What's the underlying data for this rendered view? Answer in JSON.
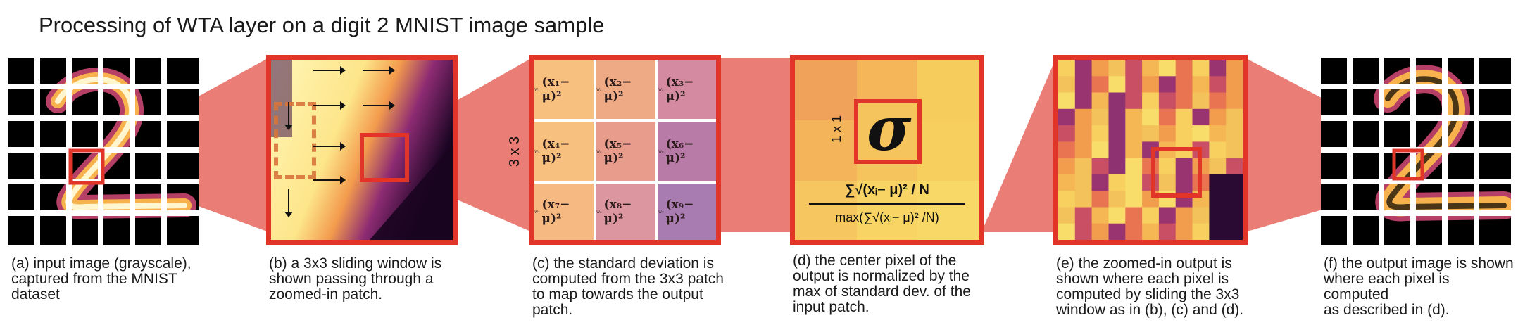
{
  "title": "Processing of WTA layer on a digit 2 MNIST image sample",
  "colors": {
    "accent": "#e03528",
    "connector": "#e6665d",
    "orange": "#f2a052",
    "yellow": "#f5d55e",
    "purple": "#7a2a72"
  },
  "panels": {
    "a": {
      "caption_lines": [
        "(a) input image (grayscale),",
        "captured from the MNIST",
        "dataset"
      ]
    },
    "b": {
      "caption_lines": [
        "(b) a 3x3 sliding window is",
        "shown passing through a",
        "zoomed-in patch."
      ]
    },
    "c": {
      "caption_lines": [
        "(c) the standard deviation is",
        "computed from the 3x3 patch",
        "to map towards the output",
        "patch."
      ],
      "side_label": "3 x 3",
      "cells": [
        "(x₁− μ)²",
        "(x₂− μ)²",
        "(x₃− μ)²",
        "(x₄− μ)²",
        "(x₅− μ)²",
        "(x₆− μ)²",
        "(x₇− μ)²",
        "(x₈− μ)²",
        "(x₉− μ)²"
      ]
    },
    "d": {
      "caption_lines": [
        "(d) the center pixel of the",
        "output is normalized by the",
        "max of standard dev. of the",
        "input patch."
      ],
      "side_label": "1 x 1",
      "symbol": "σ",
      "numerator": "∑√(xᵢ− μ)² / N",
      "denominator": "max(∑√(xᵢ− μ)² /N)"
    },
    "e": {
      "caption_lines": [
        "(e) the zoomed-in output is",
        "shown where each pixel is",
        "computed by sliding the 3x3",
        "window as in (b), (c) and (d)."
      ]
    },
    "f": {
      "caption_lines": [
        "(f) the output image is shown",
        "where each pixel is computed",
        "as described in (d)."
      ]
    }
  }
}
